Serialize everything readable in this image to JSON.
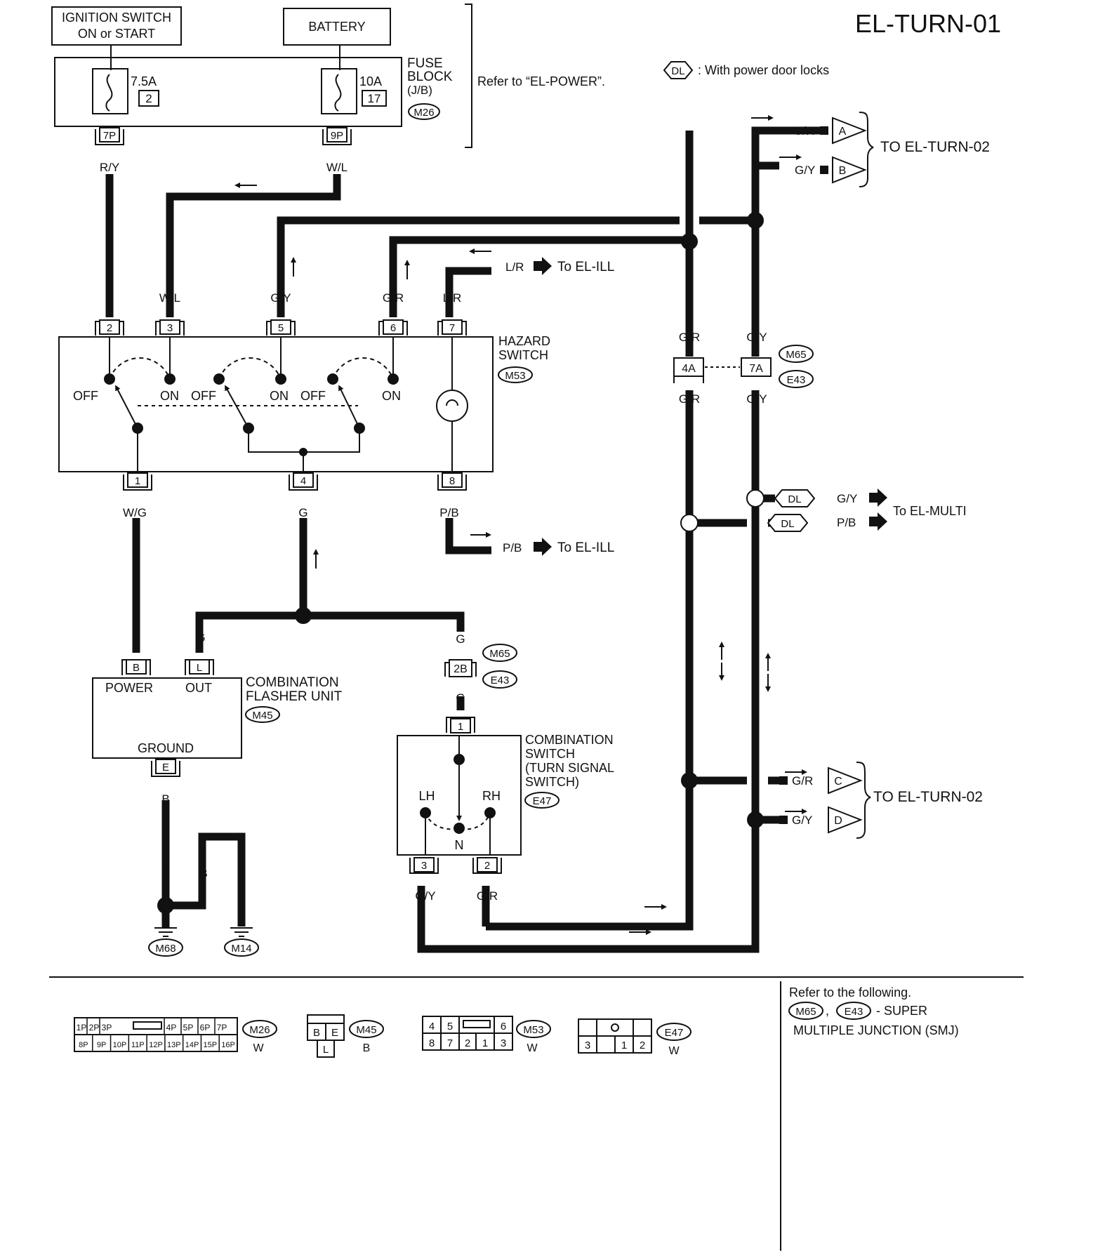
{
  "diagram_id": "EL-TURN-01",
  "legend": {
    "dl_badge": "DL",
    "dl_text": ": With power door locks"
  },
  "sources": {
    "ignition_line1": "IGNITION SWITCH",
    "ignition_line2": "ON or START",
    "battery": "BATTERY"
  },
  "fuse_block": {
    "fuse1_amp": "7.5A",
    "fuse1_num": "2",
    "fuse2_amp": "10A",
    "fuse2_num": "17",
    "label1": "FUSE",
    "label2": "BLOCK",
    "label3": "(J/B)",
    "conn": "M26",
    "pin1": "7P",
    "pin2": "9P",
    "refer": "Refer to “EL-POWER”."
  },
  "wires": {
    "ry": "R/Y",
    "wl": "W/L",
    "gy": "G/Y",
    "gr": "G/R",
    "lr": "L/R",
    "wg": "W/G",
    "g": "G",
    "pb": "P/B",
    "b": "B"
  },
  "hazard": {
    "label1": "HAZARD",
    "label2": "SWITCH",
    "conn": "M53",
    "pins_top": [
      "2",
      "3",
      "5",
      "6",
      "7"
    ],
    "pins_bottom": [
      "1",
      "4",
      "8"
    ],
    "off": "OFF",
    "on": "ON"
  },
  "destinations": {
    "turn02": "TO EL-TURN-02",
    "ill": "To EL-ILL",
    "multi": "To EL-MULTI",
    "a": "A",
    "b": "B",
    "c": "C",
    "d": "D"
  },
  "smj": {
    "pin4a": "4A",
    "pin7a": "7A",
    "pin2b": "2B",
    "m65": "M65",
    "e43": "E43"
  },
  "flasher": {
    "label1": "COMBINATION",
    "label2": "FLASHER UNIT",
    "conn": "M45",
    "power": "POWER",
    "out": "OUT",
    "ground": "GROUND",
    "pin_b": "B",
    "pin_l": "L",
    "pin_e": "E"
  },
  "turn_switch": {
    "label1": "COMBINATION",
    "label2": "SWITCH",
    "label3": "(TURN SIGNAL",
    "label4": "SWITCH)",
    "conn": "E47",
    "lh": "LH",
    "rh": "RH",
    "n": "N",
    "pin1": "1",
    "pin3": "3",
    "pin2": "2"
  },
  "grounds": {
    "g1": "M68",
    "g2": "M14"
  },
  "connector_views": {
    "m26_row1": [
      "1P",
      "2P",
      "3P",
      "4P",
      "5P",
      "6P",
      "7P"
    ],
    "m26_row2": [
      "8P",
      "9P",
      "10P",
      "11P",
      "12P",
      "13P",
      "14P",
      "15P",
      "16P"
    ],
    "m26": "M26",
    "m26_color": "W",
    "m45_pins": [
      "B",
      "E",
      "L"
    ],
    "m45": "M45",
    "m45_color": "B",
    "m53_row1": [
      "4",
      "5",
      "6"
    ],
    "m53_row2": [
      "8",
      "7",
      "2",
      "1",
      "3"
    ],
    "m53": "M53",
    "m53_color": "W",
    "e47_pins": [
      "3",
      "1",
      "2"
    ],
    "e47": "E47",
    "e47_color": "W"
  },
  "refer_note": {
    "line1": "Refer to the following.",
    "sep": ",",
    "line2": "- SUPER",
    "line3": "MULTIPLE JUNCTION (SMJ)"
  }
}
